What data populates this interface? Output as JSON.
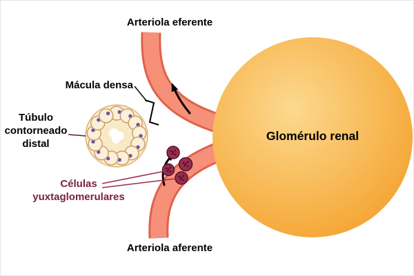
{
  "diagram": {
    "subject": "juxtaglomerular-apparatus",
    "labels": {
      "arteriola_eferente": "Arteriola eferente",
      "macula_densa": "Mácula densa",
      "tubulo": [
        "Túbulo",
        "contorneado",
        "distal"
      ],
      "celulas": [
        "Células",
        "yuxtaglomerulares"
      ],
      "glomerulo": "Glomérulo renal",
      "arteriola_aferente": "Arteriola aferente"
    },
    "colors": {
      "glomerulus_light": "#FCD98F",
      "glomerulus_dark": "#F49F28",
      "arteriole_fill": "#F69078",
      "arteriole_outline": "#E0614B",
      "tubule_band": "#F8E9C8",
      "tubule_cell_fill": "#FBF0D8",
      "tubule_cell_outline": "#CC9A5E",
      "nucleus_purple": "#6C54A8",
      "jg_cell_fill": "#992D4E",
      "jg_cell_outline": "#511227",
      "jg_text": "#7B1F3F",
      "annotation_line": "#000000",
      "tubule_pointer_line": "#4A2040"
    }
  }
}
